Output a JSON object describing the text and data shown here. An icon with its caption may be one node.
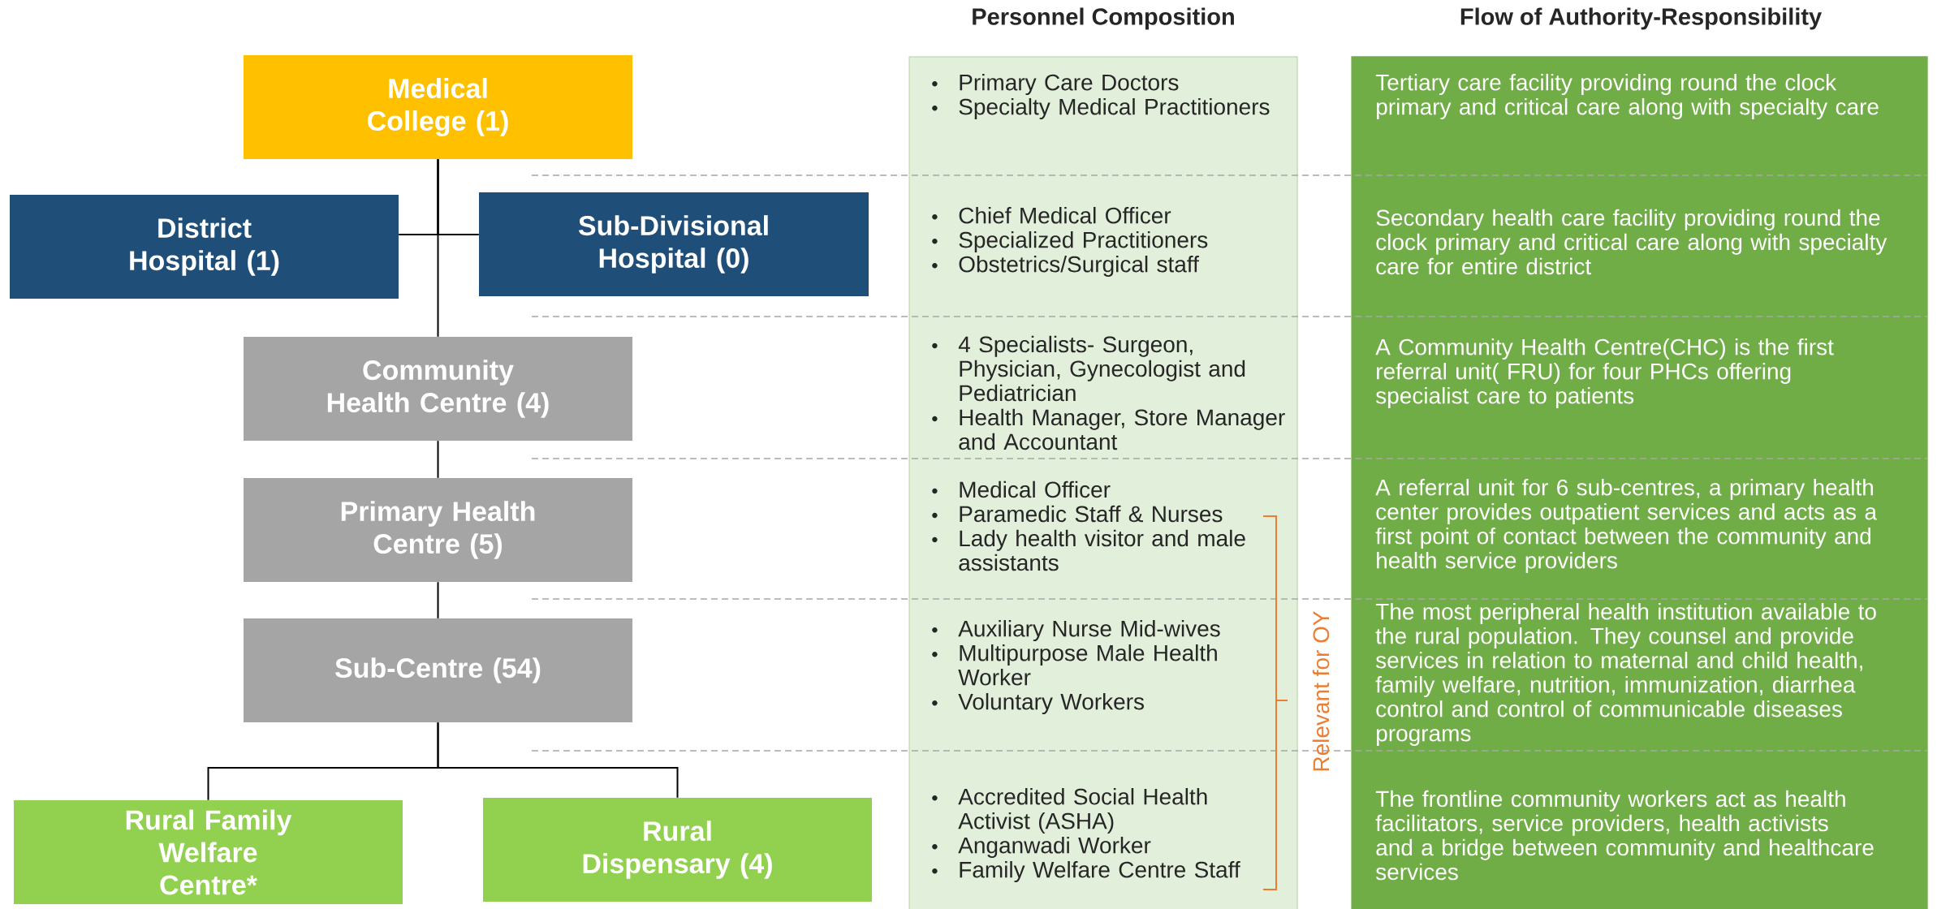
{
  "diagram": {
    "nodes": [
      {
        "text": [
          "Medical College (1)"
        ]
      },
      {
        "text": [
          "District Hospital (1)"
        ]
      },
      {
        "text": [
          "Sub-Divisional Hospital (0)"
        ]
      },
      {
        "text": [
          "Community Health Centre (4)"
        ]
      },
      {
        "text": [
          "Primary Health Centre (5)"
        ]
      },
      {
        "text": [
          "Sub-Centre (54)"
        ]
      },
      {
        "text": [
          "Rural Family Welfare Centre*"
        ]
      },
      {
        "text": [
          "Rural Dispensary (4)"
        ]
      },
      {
        "text": [
          "Personnel Composition",
          "Primary Care Doctors",
          "Specialty Medical Practitioners",
          "Chief Medical Officer",
          "Specialized Practitioners",
          "Obstetrics/Surgical staff",
          "4 Specialists- Surgeon, Physician, Gynecologist and Pediatrician",
          "Health Manager, Store Manager and Accountant",
          "Medical Officer",
          "Paramedic Staff & Nurses",
          "Lady health visitor and male assistants",
          "Auxiliary Nurse Mid-wives",
          "Multipurpose Male Health Worker",
          "Voluntary Workers",
          "Accredited Social Health Activist (ASHA)",
          "Anganwadi Worker",
          "Family Welfare Centre Staff"
        ]
      },
      {
        "text": [
          "Flow of Authority-Responsibility",
          "Tertiary care facility providing round the clock primary and critical care along with specialty care",
          "Secondary health care facility providing round the clock primary and critical care along with specialty care for entire district",
          "A Community Health Centre(CHC) is the first referral unit( FRU) for four PHCs offering specialist care to patients",
          "A referral unit for 6 sub-centres, a primary health center provides outpatient services and acts as a first point of contact between the community and health service providers",
          "The most peripheral health institution available to the rural population. They counsel and provide services in relation to maternal and child health, family welfare, nutrition, immunization, diarrhea control and control of communicable diseases programs",
          "The frontline community workers act as health facilitators, service providers, health activists and a bridge between community and healthcare services"
        ]
      }
    ],
    "edges": [
      {
        "from": 0,
        "to": 1,
        "arrow": "none"
      },
      {
        "from": 0,
        "to": 2,
        "arrow": "none"
      },
      {
        "from": 0,
        "to": 3,
        "arrow": "none"
      },
      {
        "from": 3,
        "to": 4,
        "arrow": "none"
      },
      {
        "from": 4,
        "to": 5,
        "arrow": "none"
      },
      {
        "from": 5,
        "to": 6,
        "arrow": "none"
      },
      {
        "from": 5,
        "to": 7,
        "arrow": "none"
      }
    ],
    "labels": [
      "Relevant for OY"
    ]
  }
}
